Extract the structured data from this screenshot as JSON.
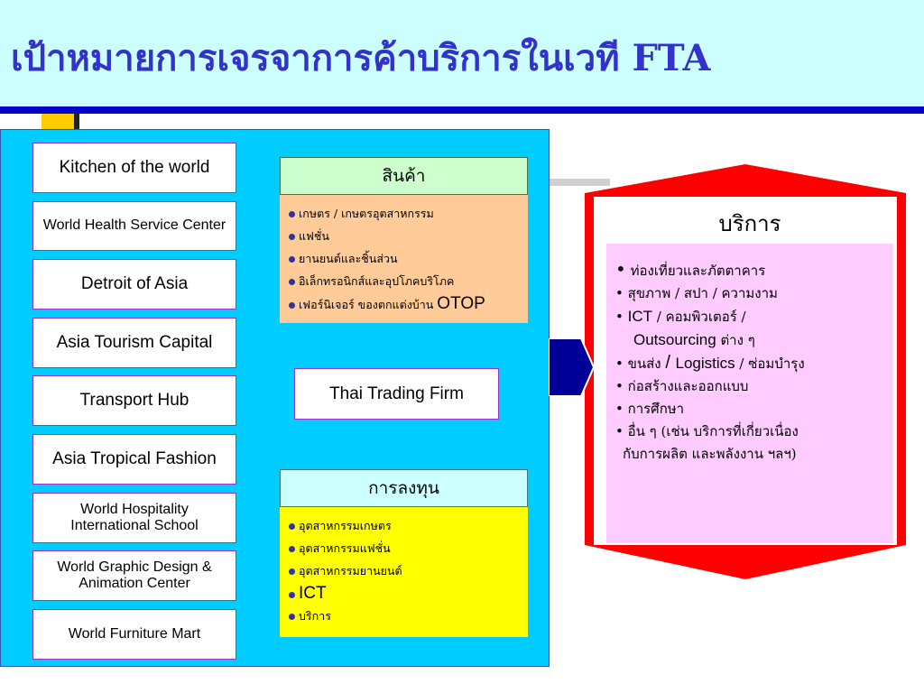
{
  "title": "เป้าหมายการเจรจาการค้าบริการในเวที FTA",
  "left_boxes": [
    "Kitchen of the world",
    "World Health Service Center",
    "Detroit of Asia",
    "Asia Tourism Capital",
    "Transport Hub",
    "Asia Tropical Fashion",
    "World Hospitality International School",
    "World Graphic Design & Animation Center",
    "World Furniture Mart"
  ],
  "products": {
    "heading": "สินค้า",
    "items": [
      "เกษตร / เกษตรอุตสาหกรรม",
      "แฟชั่น",
      "ยานยนต์และชิ้นส่วน",
      "อิเล็กทรอนิกส์และอุปโภคบริโภค",
      "เฟอร์นิเจอร์ ของตกแต่งบ้าน"
    ],
    "last_suffix": "OTOP"
  },
  "middle_box": "Thai Trading Firm",
  "investment": {
    "heading": "การลงทุน",
    "items": [
      "อุตสาหกรรมเกษตร",
      "อุตสาหกรรมแฟชั่น",
      "อุตสาหกรรมยานยนต์",
      "ICT",
      "บริการ"
    ]
  },
  "services": {
    "heading": "บริการ",
    "l1": "ท่องเที่ยวและภัตตาคาร",
    "l2": "สุขภาพ / สปา / ความงาม",
    "l3a": "ICT",
    "l3b": " / คอมพิวเตอร์ /",
    "l4a": "Outsourcing",
    "l4b": " ต่าง ๆ",
    "l5a": "ขนส่ง ",
    "l5b": "/ ",
    "l5c": "Logistics",
    "l5d": " / ซ่อมบำรุง",
    "l6": "ก่อสร้างและออกแบบ",
    "l7": "การศึกษา",
    "l8": "อื่น ๆ (เช่น บริการที่เกี่ยวเนื่อง",
    "l9": "กับการผลิต และพลังงาน ฯลฯ)"
  },
  "colors": {
    "title": "#3333cc",
    "panel": "#00ccff",
    "products_body": "#ffcc99",
    "investment_body": "#ffff00",
    "services_body": "#ffccff",
    "arrow": "#000099",
    "frame": "#ff0000"
  }
}
